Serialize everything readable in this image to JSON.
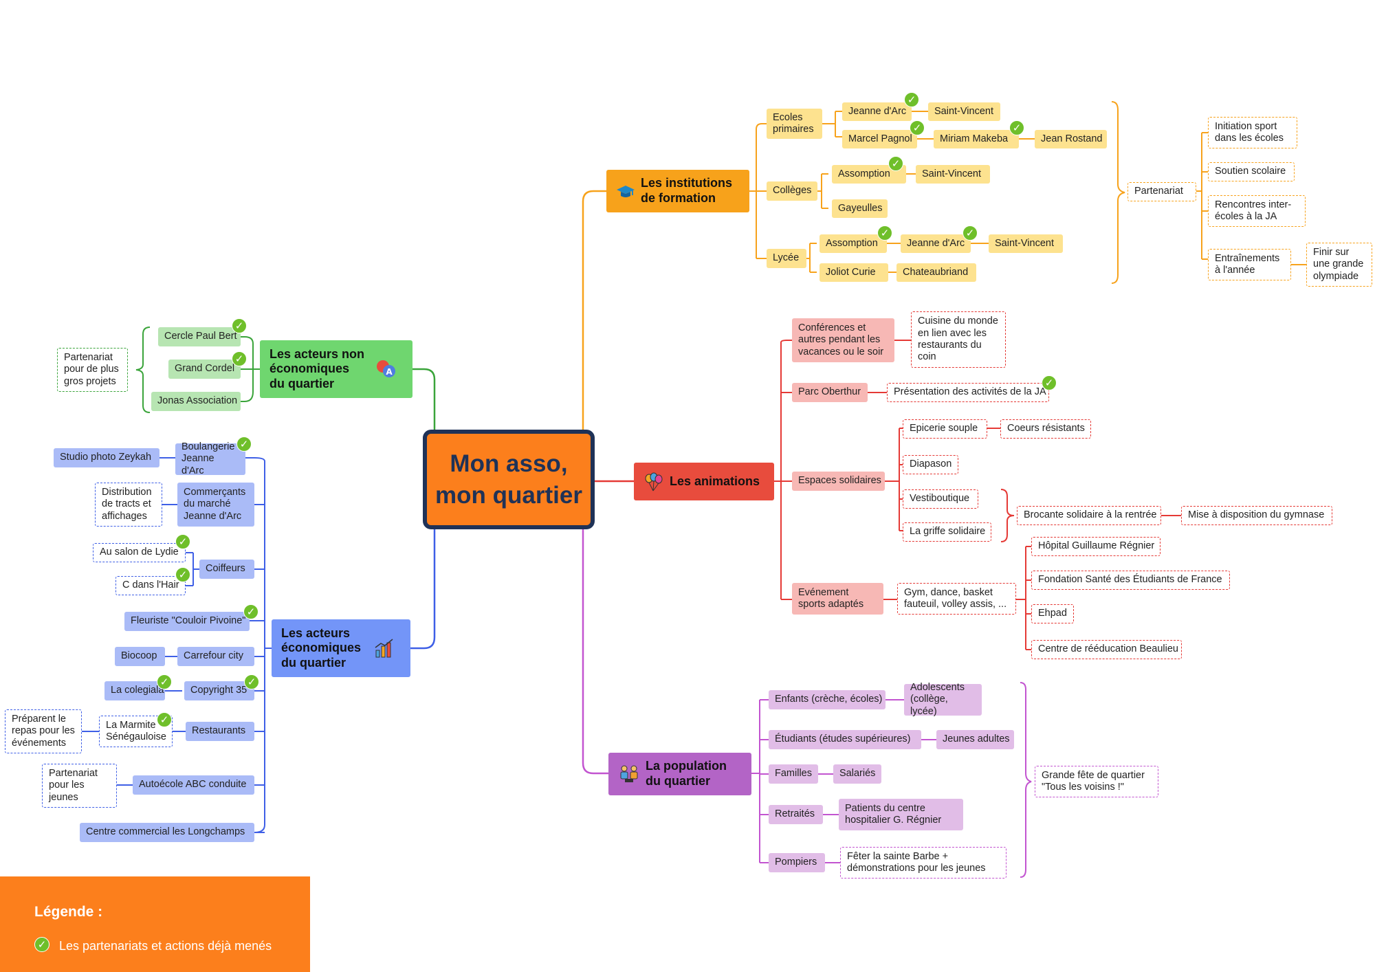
{
  "center": {
    "line1": "Mon asso,",
    "line2": "mon quartier"
  },
  "colors": {
    "orange": "#f7a21b",
    "red": "#e53935",
    "purple": "#c254d0",
    "blue": "#3e5fe6",
    "green": "#3aa43a",
    "check": "#6fbf2a",
    "center_fill": "#fc7f1c",
    "center_border": "#1f3257"
  },
  "institutions": {
    "title_l1": "Les institutions",
    "title_l2": "de formation",
    "icon": "graduation-cap-icon",
    "ecoles_l1": "Ecoles",
    "ecoles_l2": "primaires",
    "jeanne_darc": "Jeanne d'Arc",
    "saint_vincent": "Saint-Vincent",
    "marcel_pagnol": "Marcel Pagnol",
    "miriam_makeba": "Miriam Makeba",
    "jean_rostand": "Jean Rostand",
    "colleges": "Collèges",
    "assomption": "Assomption",
    "gayeulles": "Gayeulles",
    "lycee": "Lycée",
    "joliot_curie": "Joliot Curie",
    "chateaubriand": "Chateaubriand",
    "partenariat": "Partenariat",
    "init_sport_l1": "Initiation sport",
    "init_sport_l2": "dans les écoles",
    "soutien": "Soutien scolaire",
    "rencontres_l1": "Rencontres inter-",
    "rencontres_l2": "écoles à la JA",
    "entrain_l1": "Entraînements",
    "entrain_l2": "à l'année",
    "finir_l1": "Finir sur",
    "finir_l2": "une grande",
    "finir_l3": "olympiade"
  },
  "animations": {
    "title": "Les animations",
    "icon": "balloons-icon",
    "conf_l1": "Conférences et",
    "conf_l2": "autres pendant les",
    "conf_l3": "vacances ou le soir",
    "cuisine_l1": "Cuisine du monde",
    "cuisine_l2": "en lien avec les",
    "cuisine_l3": "restaurants du",
    "cuisine_l4": "coin",
    "parc": "Parc Oberthur",
    "presentation": "Présentation des activités de la JA",
    "espaces": "Espaces solidaires",
    "epicerie": "Epicerie souple",
    "coeurs": "Coeurs résistants",
    "diapason": "Diapason",
    "vestiboutique": "Vestiboutique",
    "griffe": "La griffe solidaire",
    "brocante": "Brocante solidaire à la rentrée",
    "gymnase": "Mise à disposition du gymnase",
    "evt_l1": "Evénement",
    "evt_l2": "sports adaptés",
    "gym_l1": "Gym, dance, basket",
    "gym_l2": "fauteuil, volley assis, ...",
    "hopital": "Hôpital Guillaume Régnier",
    "fondation": "Fondation Santé des Étudiants de France",
    "ehpad": "Ehpad",
    "centre_reed": "Centre de rééducation Beaulieu"
  },
  "population": {
    "title_l1": "La population",
    "title_l2": "du quartier",
    "icon": "people-icon",
    "enfants": "Enfants (crèche, écoles)",
    "ado_l1": "Adolescents",
    "ado_l2": "(collège, lycée)",
    "etudiants": "Étudiants (études supérieures)",
    "jeunes_adultes": "Jeunes adultes",
    "familles": "Familles",
    "salaries": "Salariés",
    "retraites": "Retraités",
    "patients_l1": "Patients du centre",
    "patients_l2": "hospitalier G. Régnier",
    "pompiers": "Pompiers",
    "feter_l1": "Fêter la sainte Barbe +",
    "feter_l2": "démonstrations pour les jeunes",
    "fete_l1": "Grande fête de quartier",
    "fete_l2": "\"Tous les voisins !\""
  },
  "non_eco": {
    "title_l1": "Les acteurs non",
    "title_l2": "économiques",
    "title_l3": "du quartier",
    "icon": "chat-bubbles-icon",
    "cercle": "Cercle Paul Bert",
    "cordel": "Grand Cordel",
    "jonas": "Jonas Association",
    "part_l1": "Partenariat",
    "part_l2": "pour de plus",
    "part_l3": "gros projets"
  },
  "eco": {
    "title_l1": "Les acteurs",
    "title_l2": "économiques",
    "title_l3": "du quartier",
    "icon": "bar-chart-icon",
    "studio": "Studio photo Zeykah",
    "boul_l1": "Boulangerie",
    "boul_l2": "Jeanne d'Arc",
    "distrib_l1": "Distribution",
    "distrib_l2": "de tracts et",
    "distrib_l3": "affichages",
    "comm_l1": "Commerçants",
    "comm_l2": "du marché",
    "comm_l3": "Jeanne d'Arc",
    "salon": "Au salon de Lydie",
    "cdans": "C dans l'Hair",
    "coiffeurs": "Coiffeurs",
    "fleuriste": "Fleuriste \"Couloir Pivoine\"",
    "biocoop": "Biocoop",
    "carrefour": "Carrefour city",
    "colegiala": "La colegiala",
    "copyright": "Copyright 35",
    "prep_l1": "Préparent le",
    "prep_l2": "repas pour les",
    "prep_l3": "événements",
    "marmite_l1": "La Marmite",
    "marmite_l2": "Sénégauloise",
    "restaurants": "Restaurants",
    "part_l1": "Partenariat",
    "part_l2": "pour les",
    "part_l3": "jeunes",
    "autoecole": "Autoécole ABC conduite",
    "centre_comm": "Centre commercial les Longchamps"
  },
  "legend": {
    "title": "Légende :",
    "text": "Les partenariats et actions déjà menés",
    "icon": "check-icon"
  }
}
